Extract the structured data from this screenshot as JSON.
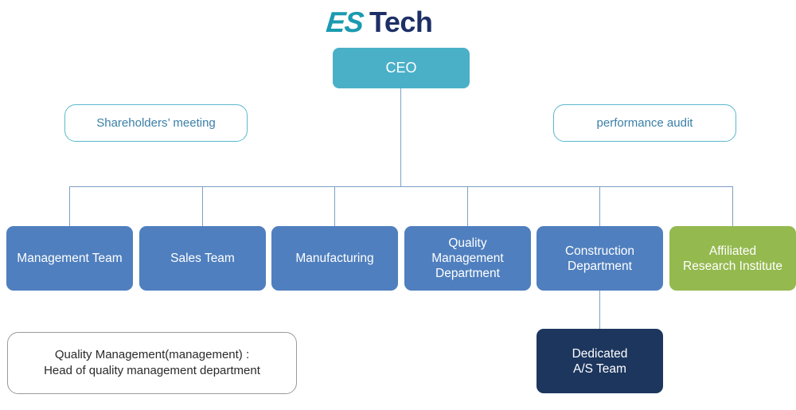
{
  "logo": {
    "part1": "ES",
    "part2": "Tech",
    "colors": {
      "es": "#1a9ab0",
      "tech": "#1d2f66"
    }
  },
  "ceo": {
    "label": "CEO",
    "color": "#4ab0c8"
  },
  "advisory": {
    "left": "Shareholders’ meeting",
    "right": "performance audit"
  },
  "departments": [
    {
      "line1": "Management Team",
      "line2": "",
      "line3": "",
      "color": "#4f7fbe"
    },
    {
      "line1": "Sales Team",
      "line2": "",
      "line3": "",
      "color": "#4f7fbe"
    },
    {
      "line1": "Manufacturing",
      "line2": "",
      "line3": "",
      "color": "#4f7fbe"
    },
    {
      "line1": "Quality",
      "line2": "Management",
      "line3": "Department",
      "color": "#4f7fbe"
    },
    {
      "line1": "Construction",
      "line2": "Department",
      "line3": "",
      "color": "#4f7fbe"
    },
    {
      "line1": "Affiliated",
      "line2": "Research Institute",
      "line3": "",
      "color": "#94b94f"
    }
  ],
  "sub_team": {
    "line1": "Dedicated",
    "line2": "A/S Team",
    "color": "#1c365e"
  },
  "note": {
    "line1": "Quality Management(management) :",
    "line2": "Head of quality management department"
  }
}
